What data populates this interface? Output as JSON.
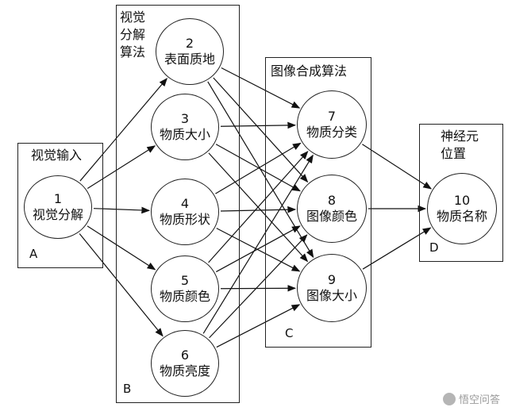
{
  "boxes": {
    "A": {
      "title": "视觉输入",
      "letter": "A"
    },
    "B": {
      "title": "视觉\n分解\n算法",
      "letter": "B"
    },
    "C": {
      "title": "图像合成算法",
      "letter": "C"
    },
    "D": {
      "title": "神经元\n位置",
      "letter": "D"
    }
  },
  "nodes": [
    {
      "num": "1",
      "text": "视觉分解"
    },
    {
      "num": "2",
      "text": "表面质地"
    },
    {
      "num": "3",
      "text": "物质大小"
    },
    {
      "num": "4",
      "text": "物质形状"
    },
    {
      "num": "5",
      "text": "物质颜色"
    },
    {
      "num": "6",
      "text": "物质亮度"
    },
    {
      "num": "7",
      "text": "物质分类"
    },
    {
      "num": "8",
      "text": "图像颜色"
    },
    {
      "num": "9",
      "text": "图像大小"
    },
    {
      "num": "10",
      "text": "物质名称"
    }
  ],
  "edges": [
    [
      "1",
      "2"
    ],
    [
      "1",
      "3"
    ],
    [
      "1",
      "4"
    ],
    [
      "1",
      "5"
    ],
    [
      "1",
      "6"
    ],
    [
      "2",
      "7"
    ],
    [
      "2",
      "8"
    ],
    [
      "2",
      "9"
    ],
    [
      "3",
      "7"
    ],
    [
      "3",
      "8"
    ],
    [
      "3",
      "9"
    ],
    [
      "4",
      "7"
    ],
    [
      "4",
      "8"
    ],
    [
      "4",
      "9"
    ],
    [
      "5",
      "7"
    ],
    [
      "5",
      "8"
    ],
    [
      "5",
      "9"
    ],
    [
      "6",
      "7"
    ],
    [
      "6",
      "8"
    ],
    [
      "6",
      "9"
    ],
    [
      "7",
      "10"
    ],
    [
      "8",
      "10"
    ],
    [
      "9",
      "10"
    ]
  ],
  "watermark": "悟空问答"
}
